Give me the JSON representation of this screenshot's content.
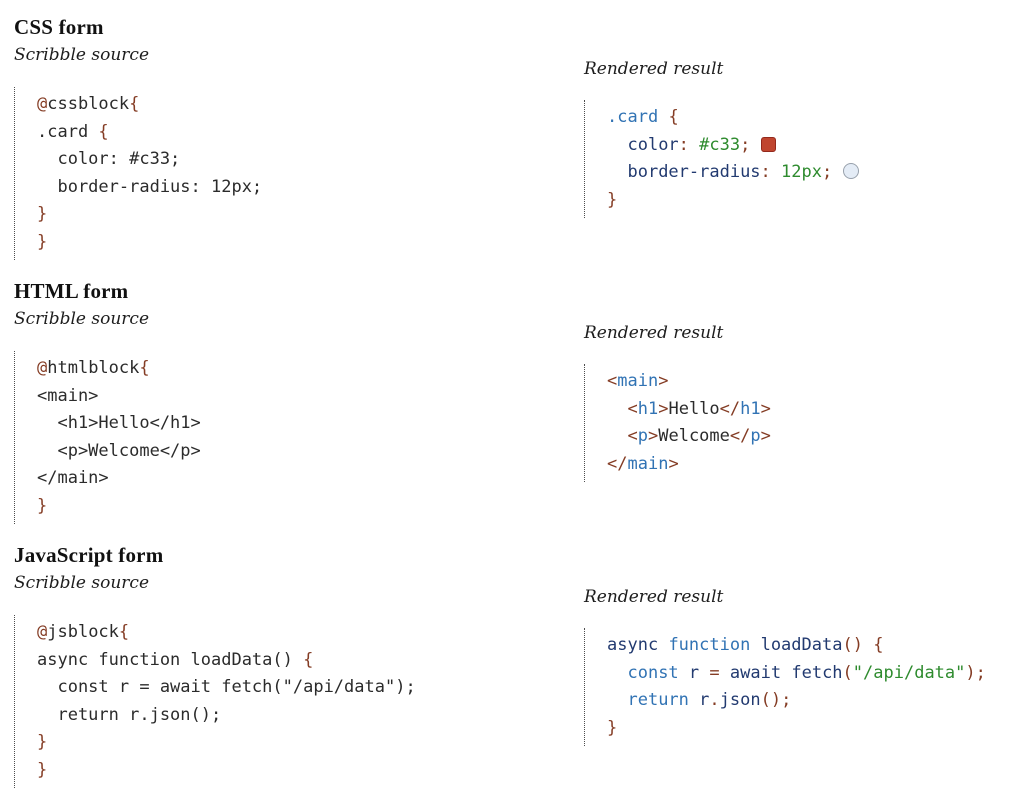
{
  "colors": {
    "heading": "#111111",
    "plain": "#2b2b2b",
    "punct": "#843c24",
    "keyword": "#3173b4",
    "symbol": "#223a70",
    "value": "#2e8b2e",
    "dots": "#4d4d4d",
    "swred": "#c0452f",
    "swredb": "#93291c",
    "cifill": "#e4ecf6",
    "cibord": "#98a1ac"
  },
  "sections": [
    {
      "heading": "CSS form",
      "source_label": "Scribble source",
      "rendered_label": "Rendered result",
      "source_lines": [
        [
          {
            "t": "@",
            "c": "p"
          },
          {
            "t": "cssblock",
            "c": "t"
          },
          {
            "t": "{",
            "c": "p"
          }
        ],
        [
          {
            "t": ".card ",
            "c": "t"
          },
          {
            "t": "{",
            "c": "p"
          }
        ],
        [
          {
            "t": "  color: #c33;",
            "c": "t"
          }
        ],
        [
          {
            "t": "  border-radius: 12px;",
            "c": "t"
          }
        ],
        [
          {
            "t": "}",
            "c": "p"
          }
        ],
        [
          {
            "t": "}",
            "c": "p"
          }
        ]
      ],
      "rendered_lines": [
        [
          {
            "t": ".card",
            "c": "k"
          },
          {
            "t": " ",
            "c": "t"
          },
          {
            "t": "{",
            "c": "p"
          }
        ],
        [
          {
            "t": "  ",
            "c": "t"
          },
          {
            "t": "color",
            "c": "s"
          },
          {
            "t": ":",
            "c": "p"
          },
          {
            "t": " ",
            "c": "t"
          },
          {
            "t": "#c33",
            "c": "v"
          },
          {
            "t": ";",
            "c": "p"
          },
          {
            "t": " ",
            "c": "t"
          },
          {
            "w": "sq",
            "n": "color-swatch-red"
          }
        ],
        [
          {
            "t": "  ",
            "c": "t"
          },
          {
            "t": "border-radius",
            "c": "s"
          },
          {
            "t": ":",
            "c": "p"
          },
          {
            "t": " ",
            "c": "t"
          },
          {
            "t": "12px",
            "c": "v"
          },
          {
            "t": ";",
            "c": "p"
          },
          {
            "t": " ",
            "c": "t"
          },
          {
            "w": "ci",
            "n": "border-radius-preview"
          }
        ],
        [
          {
            "t": "}",
            "c": "p"
          }
        ]
      ]
    },
    {
      "heading": "HTML form",
      "source_label": "Scribble source",
      "rendered_label": "Rendered result",
      "source_lines": [
        [
          {
            "t": "@",
            "c": "p"
          },
          {
            "t": "htmlblock",
            "c": "t"
          },
          {
            "t": "{",
            "c": "p"
          }
        ],
        [
          {
            "t": "<main>",
            "c": "t"
          }
        ],
        [
          {
            "t": "  <h1>Hello</h1>",
            "c": "t"
          }
        ],
        [
          {
            "t": "  <p>Welcome</p>",
            "c": "t"
          }
        ],
        [
          {
            "t": "</main>",
            "c": "t"
          }
        ],
        [
          {
            "t": "}",
            "c": "p"
          }
        ]
      ],
      "rendered_lines": [
        [
          {
            "t": "<",
            "c": "p"
          },
          {
            "t": "main",
            "c": "k"
          },
          {
            "t": ">",
            "c": "p"
          }
        ],
        [
          {
            "t": "  ",
            "c": "t"
          },
          {
            "t": "<",
            "c": "p"
          },
          {
            "t": "h1",
            "c": "k"
          },
          {
            "t": ">",
            "c": "p"
          },
          {
            "t": "Hello",
            "c": "t"
          },
          {
            "t": "</",
            "c": "p"
          },
          {
            "t": "h1",
            "c": "k"
          },
          {
            "t": ">",
            "c": "p"
          }
        ],
        [
          {
            "t": "  ",
            "c": "t"
          },
          {
            "t": "<",
            "c": "p"
          },
          {
            "t": "p",
            "c": "k"
          },
          {
            "t": ">",
            "c": "p"
          },
          {
            "t": "Welcome",
            "c": "t"
          },
          {
            "t": "</",
            "c": "p"
          },
          {
            "t": "p",
            "c": "k"
          },
          {
            "t": ">",
            "c": "p"
          }
        ],
        [
          {
            "t": "</",
            "c": "p"
          },
          {
            "t": "main",
            "c": "k"
          },
          {
            "t": ">",
            "c": "p"
          }
        ]
      ]
    },
    {
      "heading": "JavaScript form",
      "source_label": "Scribble source",
      "rendered_label": "Rendered result",
      "source_lines": [
        [
          {
            "t": "@",
            "c": "p"
          },
          {
            "t": "jsblock",
            "c": "t"
          },
          {
            "t": "{",
            "c": "p"
          }
        ],
        [
          {
            "t": "async function loadData() ",
            "c": "t"
          },
          {
            "t": "{",
            "c": "p"
          }
        ],
        [
          {
            "t": "  const r = await fetch(\"/api/data\");",
            "c": "t"
          }
        ],
        [
          {
            "t": "  return r.json();",
            "c": "t"
          }
        ],
        [
          {
            "t": "}",
            "c": "p"
          }
        ],
        [
          {
            "t": "}",
            "c": "p"
          }
        ]
      ],
      "rendered_lines": [
        [
          {
            "t": "async",
            "c": "s"
          },
          {
            "t": " ",
            "c": "t"
          },
          {
            "t": "function",
            "c": "k"
          },
          {
            "t": " ",
            "c": "t"
          },
          {
            "t": "loadData",
            "c": "s"
          },
          {
            "t": "()",
            "c": "p"
          },
          {
            "t": " ",
            "c": "t"
          },
          {
            "t": "{",
            "c": "p"
          }
        ],
        [
          {
            "t": "  ",
            "c": "t"
          },
          {
            "t": "const",
            "c": "k"
          },
          {
            "t": " ",
            "c": "t"
          },
          {
            "t": "r",
            "c": "s"
          },
          {
            "t": " ",
            "c": "t"
          },
          {
            "t": "=",
            "c": "p"
          },
          {
            "t": " ",
            "c": "t"
          },
          {
            "t": "await",
            "c": "s"
          },
          {
            "t": " ",
            "c": "t"
          },
          {
            "t": "fetch",
            "c": "s"
          },
          {
            "t": "(",
            "c": "p"
          },
          {
            "t": "\"/api/data\"",
            "c": "v"
          },
          {
            "t": ")",
            "c": "p"
          },
          {
            "t": ";",
            "c": "p"
          }
        ],
        [
          {
            "t": "  ",
            "c": "t"
          },
          {
            "t": "return",
            "c": "k"
          },
          {
            "t": " ",
            "c": "t"
          },
          {
            "t": "r",
            "c": "s"
          },
          {
            "t": ".",
            "c": "p"
          },
          {
            "t": "json",
            "c": "s"
          },
          {
            "t": "()",
            "c": "p"
          },
          {
            "t": ";",
            "c": "p"
          }
        ],
        [
          {
            "t": "}",
            "c": "p"
          }
        ]
      ]
    }
  ]
}
